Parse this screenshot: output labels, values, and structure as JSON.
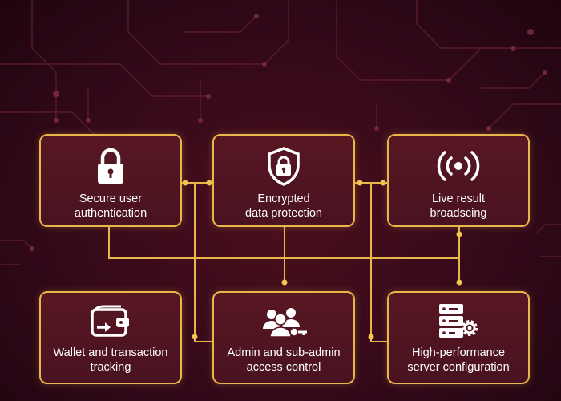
{
  "features": [
    {
      "id": "secure-auth",
      "icon": "lock-icon",
      "label": "Secure user\nauthentication"
    },
    {
      "id": "encrypted",
      "icon": "shield-lock-icon",
      "label": "Encrypted\ndata protection"
    },
    {
      "id": "live",
      "icon": "broadcast-icon",
      "label": "Live result\nbroadscing"
    },
    {
      "id": "wallet",
      "icon": "wallet-transfer-icon",
      "label": "Wallet and transaction\ntracking"
    },
    {
      "id": "admin",
      "icon": "admin-users-key-icon",
      "label": "Admin and sub-admin\naccess control"
    },
    {
      "id": "server",
      "icon": "server-gear-icon",
      "label": "High-performance\nserver configuration"
    }
  ],
  "colors": {
    "background": "#34091a",
    "card_fill": "#571722",
    "card_border": "#e9b64a",
    "connector": "#e9b64a",
    "text": "#ffffff"
  }
}
